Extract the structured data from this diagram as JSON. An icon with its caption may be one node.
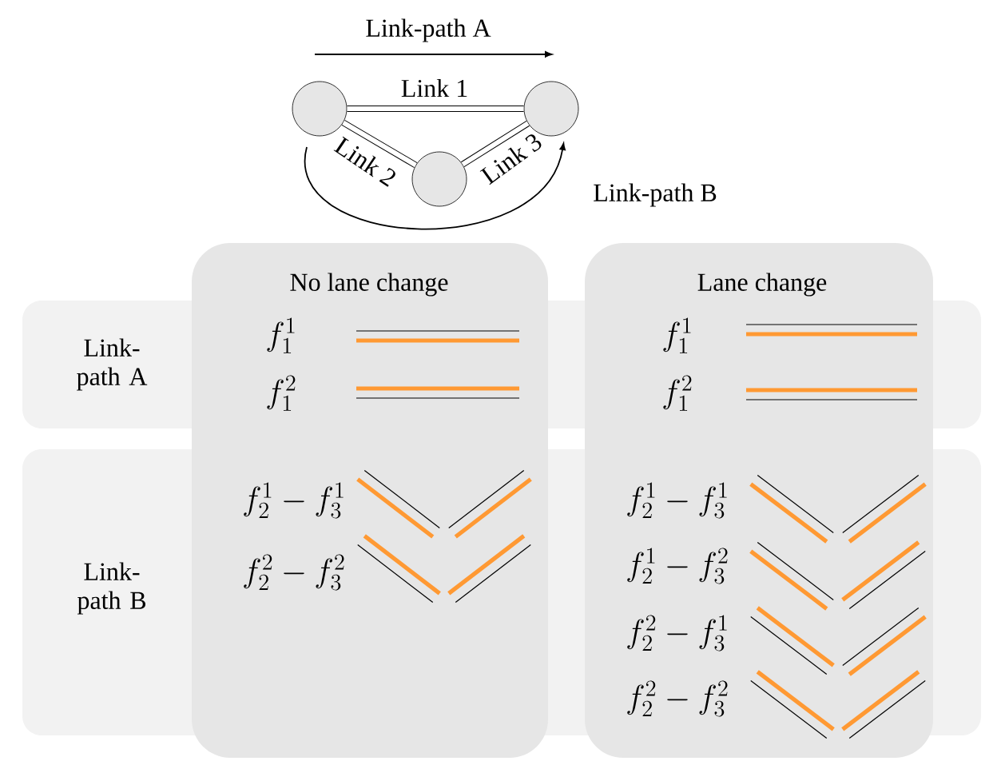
{
  "diagram": {
    "nodes": [
      {
        "text": [],
        "shape": "circle"
      },
      {
        "text": [],
        "shape": "circle"
      },
      {
        "text": [],
        "shape": "circle"
      },
      {
        "text": [
          "Link-path A"
        ]
      },
      {
        "text": [
          "Link-path B"
        ]
      },
      {
        "text": [
          "No lane change"
        ]
      },
      {
        "text": [
          "Lane change"
        ]
      }
    ],
    "edges": [
      {
        "from": 0,
        "to": 2,
        "arrow": "none",
        "label": "Link 1"
      },
      {
        "from": 0,
        "to": 1,
        "arrow": "none",
        "label": "Link 2"
      },
      {
        "from": 1,
        "to": 2,
        "arrow": "none",
        "label": "Link 3"
      }
    ],
    "labels": [
      "Link-path A",
      "Link-path B",
      "f_1^1",
      "f_1^1",
      "f_1^2",
      "f_1^2",
      "f_2^1 - f_3^1",
      "f_2^1 - f_3^1",
      "f_2^2 - f_3^2",
      "f_2^1 - f_3^2",
      "f_2^2 - f_3^1",
      "f_2^2 - f_3^2"
    ]
  }
}
